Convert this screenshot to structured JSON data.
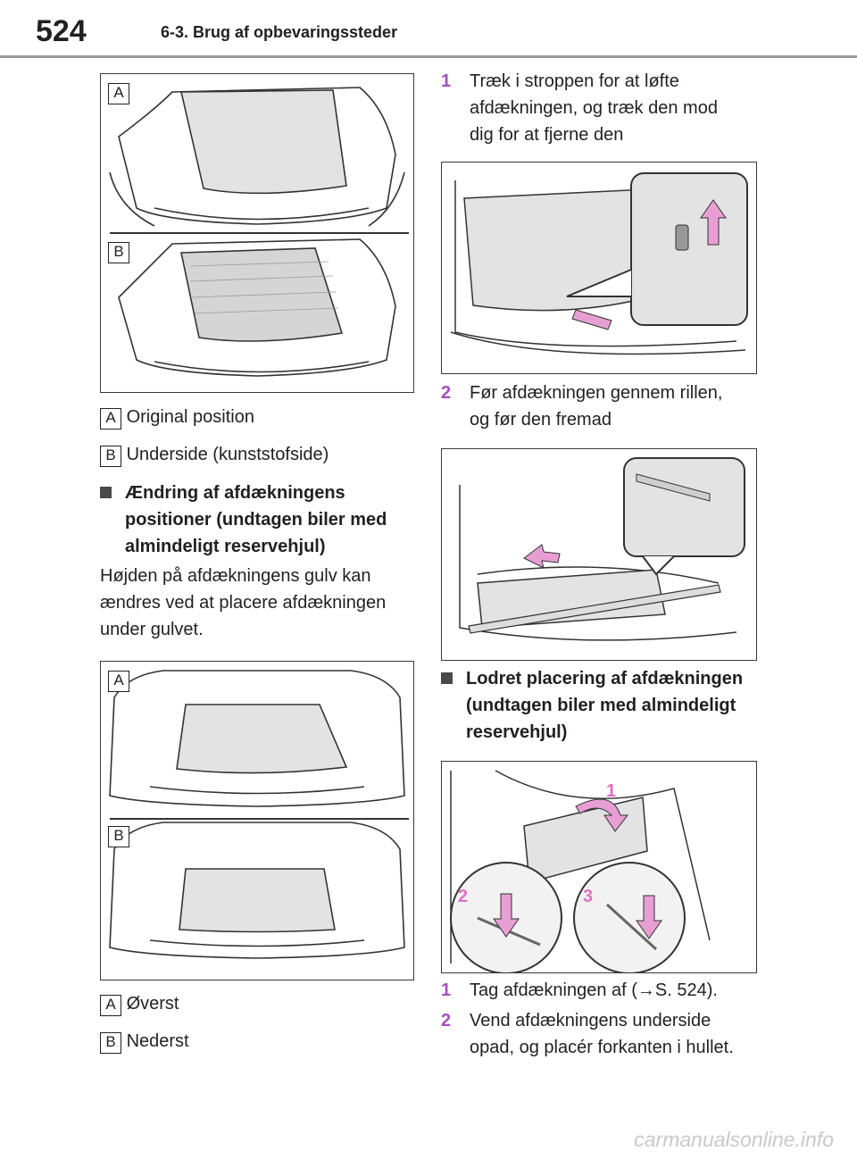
{
  "header": {
    "page_number": "524",
    "section_title": "6-3. Brug af opbevaringssteder"
  },
  "left": {
    "fig1_captions": [
      {
        "tag": "A",
        "text": "Original position"
      },
      {
        "tag": "B",
        "text": "Underside (kunststofside)"
      }
    ],
    "heading1": "Ændring af afdækningens positioner (undtagen biler med almindeligt reservehjul)",
    "paragraph1": "Højden på afdækningens gulv kan ændres ved at placere afdækningen under gulvet.",
    "fig2_captions": [
      {
        "tag": "A",
        "text": "Øverst"
      },
      {
        "tag": "B",
        "text": "Nederst"
      }
    ]
  },
  "right": {
    "step1": {
      "num": "1",
      "text": "Træk i stroppen for at løfte afdækningen, og træk den mod dig for at fjerne den"
    },
    "step2": {
      "num": "2",
      "text": "Før afdækningen gennem rillen, og før den fremad"
    },
    "heading2": "Lodret placering af afdækningen (undtagen biler med almindeligt reservehjul)",
    "fig5_labels": [
      "1",
      "2",
      "3"
    ],
    "steps_bottom": [
      {
        "num": "1",
        "text": "Tag afdækningen af (→S. 524)."
      },
      {
        "num": "2",
        "text": "Vend afdækningens underside opad, og placér forkanten i hullet."
      }
    ]
  },
  "figure_labels": {
    "a": "A",
    "b": "B"
  },
  "watermark": "carmanualsonline.info",
  "colors": {
    "accent": "#a54fbf",
    "panel": "#e3e3e3",
    "arrow": "#e79fd3"
  }
}
